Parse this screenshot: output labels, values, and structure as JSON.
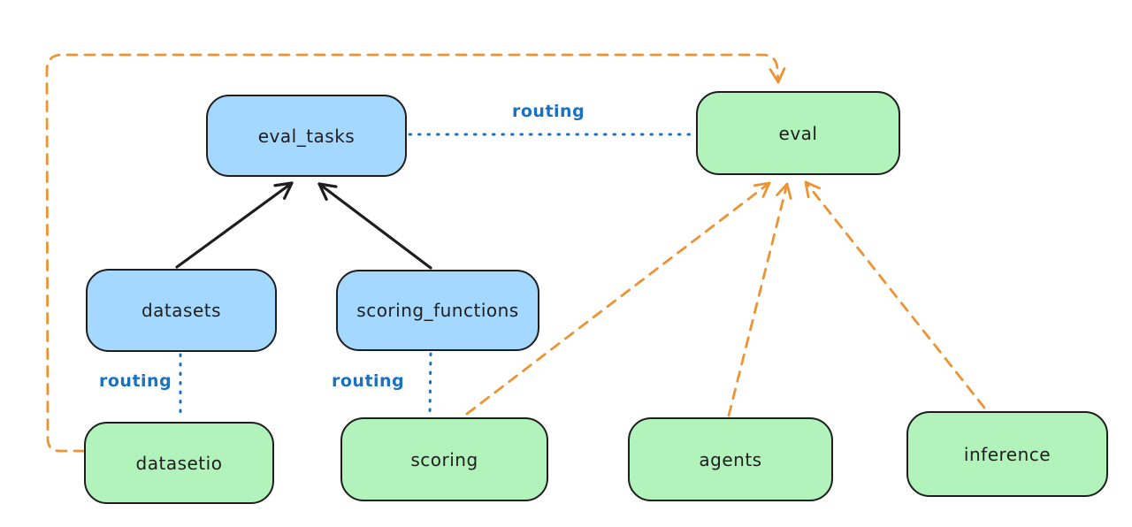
{
  "diagram": {
    "background_color": "#ffffff",
    "colors": {
      "node_border": "#1e1e1e",
      "blue_node_fill": "#a5d8ff",
      "green_node_fill": "#b2f2bb",
      "routing_blue": "#1971c2",
      "orange_dashed": "#ec9434",
      "solid_arrow_black": "#1e1e1e"
    },
    "nodes": [
      {
        "id": "eval_tasks",
        "label": "eval_tasks",
        "fill": "blue"
      },
      {
        "id": "eval",
        "label": "eval",
        "fill": "green"
      },
      {
        "id": "datasets",
        "label": "datasets",
        "fill": "blue"
      },
      {
        "id": "scoring_functions",
        "label": "scoring_functions",
        "fill": "blue"
      },
      {
        "id": "datasetio",
        "label": "datasetio",
        "fill": "green"
      },
      {
        "id": "scoring",
        "label": "scoring",
        "fill": "green"
      },
      {
        "id": "agents",
        "label": "agents",
        "fill": "green"
      },
      {
        "id": "inference",
        "label": "inference",
        "fill": "green"
      }
    ],
    "edge_labels": [
      {
        "id": "routing-eval_tasks-eval",
        "text": "routing"
      },
      {
        "id": "routing-datasets-datasetio",
        "text": "routing"
      },
      {
        "id": "routing-scoring_functions-scoring",
        "text": "routing"
      }
    ],
    "edges": [
      {
        "from": "datasets",
        "to": "eval_tasks",
        "style": "solid",
        "color": "black",
        "arrowhead": true
      },
      {
        "from": "scoring_functions",
        "to": "eval_tasks",
        "style": "solid",
        "color": "black",
        "arrowhead": true
      },
      {
        "from": "eval_tasks",
        "to": "eval",
        "style": "dotted",
        "color": "blue",
        "arrowhead": false,
        "label": "routing"
      },
      {
        "from": "datasets",
        "to": "datasetio",
        "style": "dotted",
        "color": "blue",
        "arrowhead": false,
        "label": "routing"
      },
      {
        "from": "scoring_functions",
        "to": "scoring",
        "style": "dotted",
        "color": "blue",
        "arrowhead": false,
        "label": "routing"
      },
      {
        "from": "datasetio",
        "to": "eval",
        "style": "dashed",
        "color": "orange",
        "arrowhead": true,
        "route": "left-around-top"
      },
      {
        "from": "scoring",
        "to": "eval",
        "style": "dashed",
        "color": "orange",
        "arrowhead": true
      },
      {
        "from": "agents",
        "to": "eval",
        "style": "dashed",
        "color": "orange",
        "arrowhead": true
      },
      {
        "from": "inference",
        "to": "eval",
        "style": "dashed",
        "color": "orange",
        "arrowhead": true
      }
    ]
  }
}
